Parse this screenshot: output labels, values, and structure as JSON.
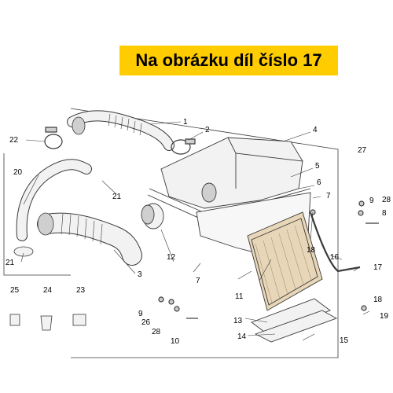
{
  "banner": {
    "text": "Na obrázku díl číslo 17",
    "color": "#FFCC00"
  },
  "callouts": [
    "1",
    "2",
    "3",
    "4",
    "5",
    "6",
    "7",
    "8",
    "9",
    "10",
    "11",
    "12",
    "13",
    "14",
    "15",
    "16",
    "17",
    "18",
    "19",
    "20",
    "21",
    "22",
    "23",
    "24",
    "25",
    "26",
    "27",
    "28"
  ],
  "colors": {
    "line": "#3a3a3a",
    "part_fill": "#f2f2f2",
    "shade": "#cfcfcf",
    "filter_fill": "#e8d6b8",
    "frame": "#555555"
  }
}
